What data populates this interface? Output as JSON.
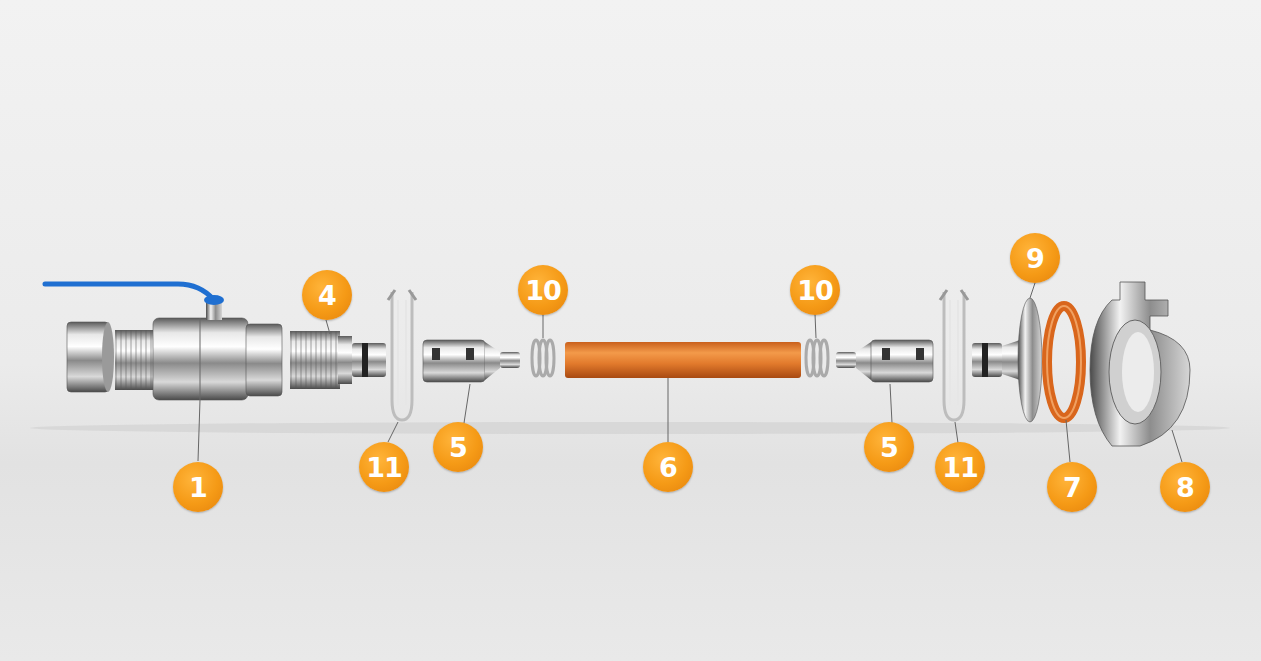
{
  "diagram": {
    "nodes": [
      {
        "text": [
          "1"
        ]
      },
      {
        "text": [
          "4"
        ]
      },
      {
        "text": [
          "11"
        ]
      },
      {
        "text": [
          "5"
        ]
      },
      {
        "text": [
          "10"
        ]
      },
      {
        "text": [
          "6"
        ]
      },
      {
        "text": [
          "10"
        ]
      },
      {
        "text": [
          "5"
        ]
      },
      {
        "text": [
          "11"
        ]
      },
      {
        "text": [
          "9"
        ]
      },
      {
        "text": [
          "7"
        ]
      },
      {
        "text": [
          "8"
        ]
      }
    ]
  }
}
